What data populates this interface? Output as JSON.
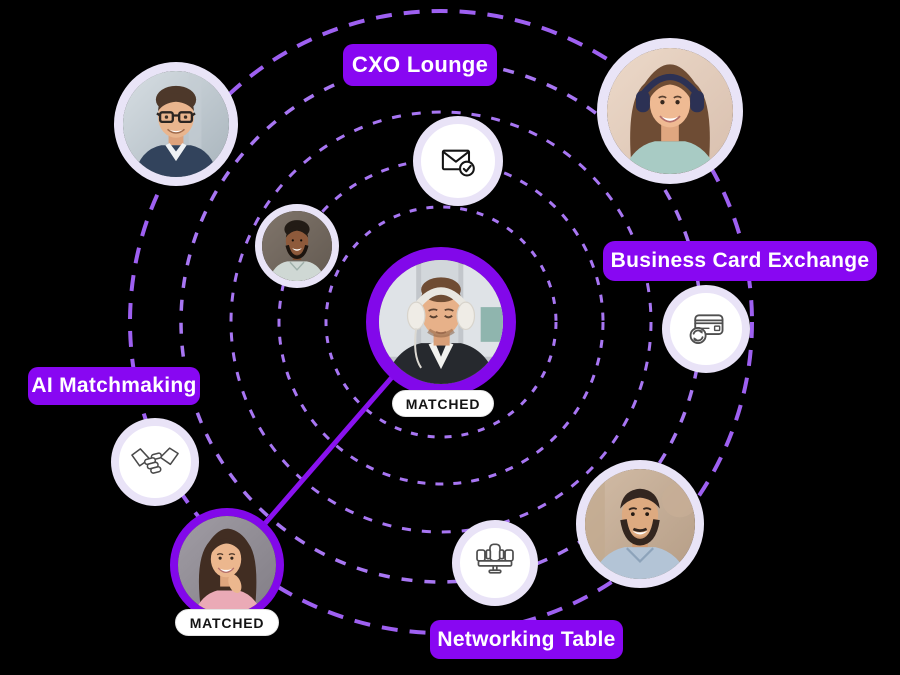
{
  "scene": {
    "background": "#000000",
    "description": "Virtual event networking features map with matched attendees on dashed orbit circles"
  },
  "colors": {
    "accent_purple": "#8807F2",
    "matched_ring_purple": "#8208EA",
    "dash_purple": "#A876F3",
    "outer_dash_purple": "#9E60F1",
    "icon_circle_ring": "#E9E3F7",
    "badge_bg": "#FFFFFF",
    "badge_text": "#141414"
  },
  "rooms": [
    {
      "label": "CXO Lounge"
    },
    {
      "label": "Business Card Exchange"
    },
    {
      "label": "AI Matchmaking"
    },
    {
      "label": "Networking Table"
    }
  ],
  "badges": [
    {
      "label": "MATCHED"
    },
    {
      "label": "MATCHED"
    }
  ],
  "icons": {
    "envelope": "envelope-check-icon",
    "business_card": "business-card-exchange-icon",
    "handshake": "handshake-icon",
    "table": "networking-table-icon"
  },
  "people": [
    {
      "id": "attendee-center-headphones",
      "matched": true
    },
    {
      "id": "attendee-bottom-left-woman",
      "matched": true
    },
    {
      "id": "attendee-top-left-glasses",
      "matched": false
    },
    {
      "id": "attendee-top-right-headset-woman",
      "matched": false
    },
    {
      "id": "attendee-mid-left-smiling-man",
      "matched": false
    },
    {
      "id": "attendee-bottom-right-beard",
      "matched": false
    }
  ]
}
